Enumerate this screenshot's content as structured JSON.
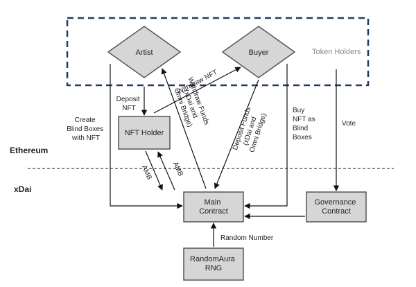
{
  "colors": {
    "box_fill": "#d6d6d6",
    "box_stroke": "#555555",
    "dashed_frame": "#1f3c66",
    "token_holders_text": "#888888",
    "line": "#111111"
  },
  "zones": {
    "top": "Ethereum",
    "bottom": "xDai"
  },
  "token_holders": "Token Holders",
  "nodes": {
    "artist": "Artist",
    "buyer": "Buyer",
    "nft_holder": "NFT Holder",
    "main_contract": [
      "Main",
      "Contract"
    ],
    "governance": [
      "Governance",
      "Contract"
    ],
    "rng": [
      "RandomAura",
      "RNG"
    ]
  },
  "edges": {
    "create_blind_boxes": [
      "Create",
      "Blind Boxes",
      "with NFT"
    ],
    "deposit_nft": [
      "Deposit",
      "NFT"
    ],
    "withdraw_nft": "Withdraw NFT",
    "withdraw_funds": [
      "Withdraw Funds",
      "(xDai and",
      "Omni Bridge)"
    ],
    "deposit_funds": [
      "Deposit Funds",
      "(xDai and",
      "Omni Bridge)"
    ],
    "buy_nft": [
      "Buy",
      "NFT as",
      "Blind",
      "Boxes"
    ],
    "vote": "Vote",
    "amb_down": "AMB",
    "amb_up": "AMB",
    "random_number": "Random Number"
  }
}
